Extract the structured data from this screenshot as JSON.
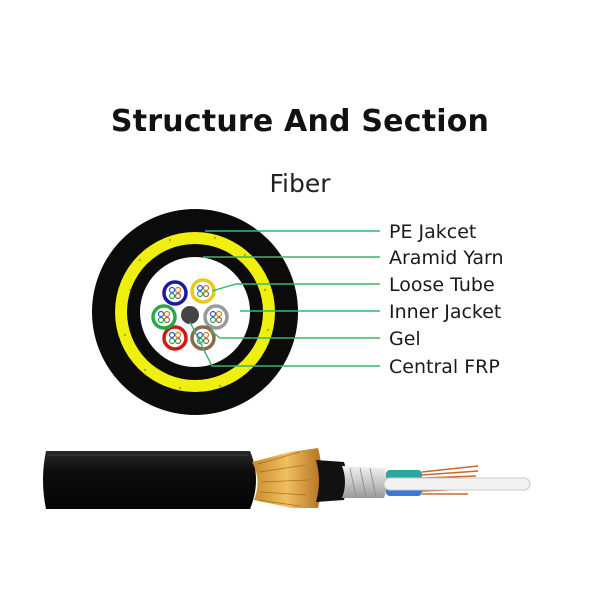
{
  "title": "Structure And Section",
  "subtitle": "Fiber",
  "labels": [
    "PE Jakcet",
    "Aramid Yarn",
    "Loose Tube",
    "Inner Jacket",
    "Gel",
    "Central FRP"
  ],
  "colors": {
    "leader_line": "#3cb371",
    "jacket": "#0a0a0a",
    "aramid": "#f2f20a",
    "loose_tubes": [
      "#1a1aa0",
      "#e8c81a",
      "#9a9a9a",
      "#8a6a4a",
      "#d01818",
      "#2aa84a"
    ]
  }
}
